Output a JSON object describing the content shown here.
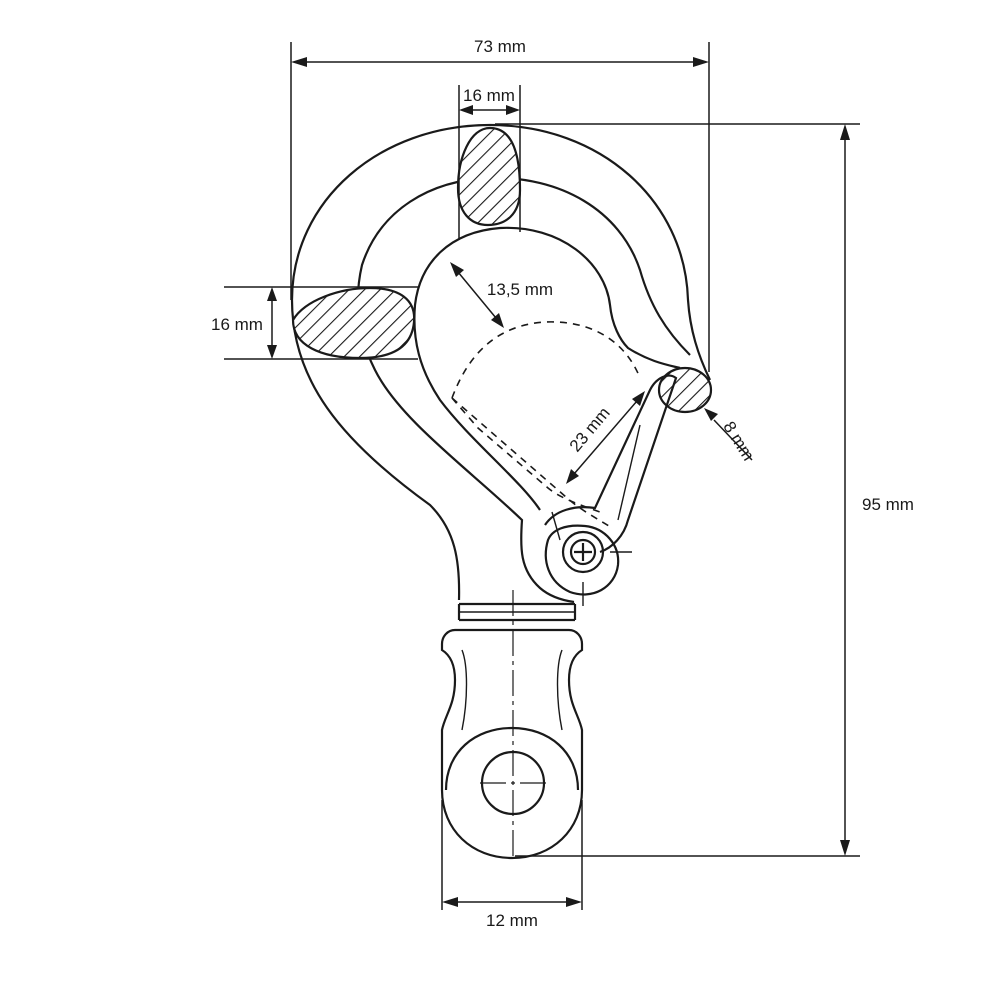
{
  "dimensions": {
    "overall_width": "73 mm",
    "top_section_width": "16 mm",
    "side_section_height": "16 mm",
    "throat_radius": "13,5 mm",
    "gate_opening": "23 mm",
    "nose_diameter": "8 mm",
    "overall_height": "95 mm",
    "eye_width": "12 mm"
  },
  "colors": {
    "line": "#1a1a1a",
    "background": "#ffffff"
  }
}
